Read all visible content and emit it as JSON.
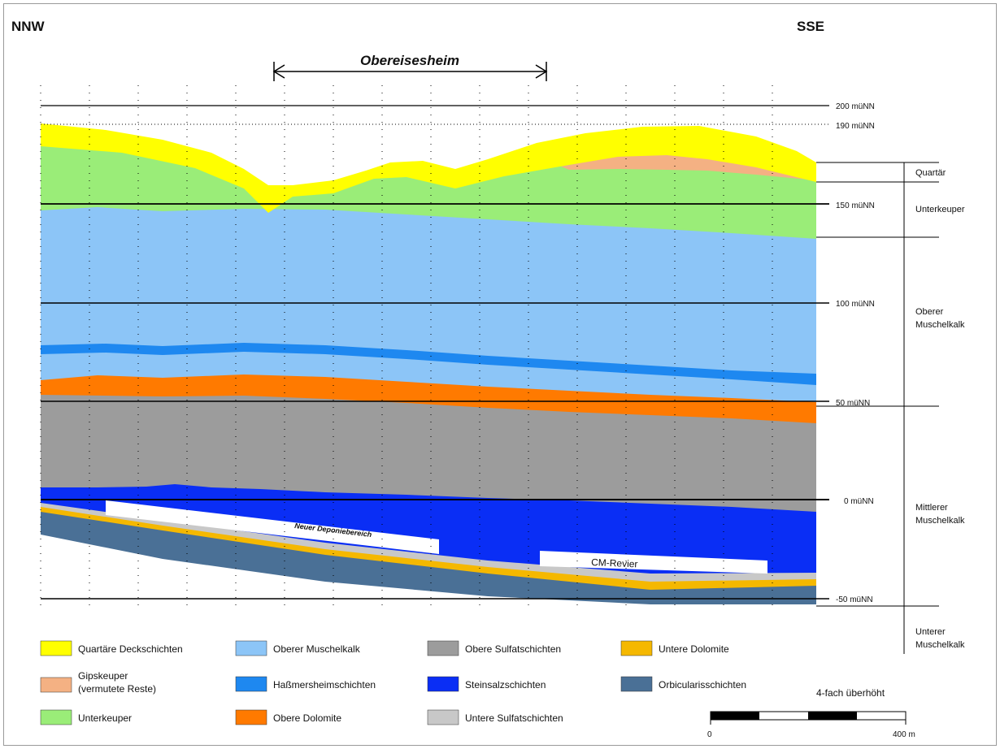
{
  "orientation": {
    "left": "NNW",
    "right": "SSE"
  },
  "location_label": "Obereisesheim",
  "elevation_labels": [
    "200 müNN",
    "190 müNN",
    "150 müNN",
    "100 müNN",
    "50 müNN",
    "0 müNN",
    "-50 müNN"
  ],
  "stratigraphy_labels": [
    {
      "id": "quartaer",
      "lines": [
        "Quartär"
      ]
    },
    {
      "id": "unterkeuper",
      "lines": [
        "Unterkeuper"
      ]
    },
    {
      "id": "oberer-muschelkalk",
      "lines": [
        "Oberer",
        "Muschelkalk"
      ]
    },
    {
      "id": "mittlerer-muschelkalk",
      "lines": [
        "Mittlerer",
        "Muschelkalk"
      ]
    },
    {
      "id": "unterer-muschelkalk",
      "lines": [
        "Unterer",
        "Muschelkalk"
      ]
    }
  ],
  "annotations": {
    "neuer_deponiebereich": "Neuer Deponiebereich",
    "cm_revier": "CM-Revier"
  },
  "legend": [
    {
      "id": "quartaere-deckschichten",
      "lines": [
        "Quartäre Deckschichten"
      ],
      "color": "#FFFF00"
    },
    {
      "id": "gipskeuper",
      "lines": [
        "Gipskeuper",
        "(vermutete Reste)"
      ],
      "color": "#F4B183"
    },
    {
      "id": "unterkeuper",
      "lines": [
        "Unterkeuper"
      ],
      "color": "#9AED78"
    },
    {
      "id": "oberer-muschelkalk",
      "lines": [
        "Oberer Muschelkalk"
      ],
      "color": "#8CC5F7"
    },
    {
      "id": "hassmersheimschichten",
      "lines": [
        "Haßmersheimschichten"
      ],
      "color": "#1E88F0"
    },
    {
      "id": "obere-dolomite",
      "lines": [
        "Obere Dolomite"
      ],
      "color": "#FF7A00"
    },
    {
      "id": "obere-sulfatschichten",
      "lines": [
        "Obere Sulfatschichten"
      ],
      "color": "#9C9C9C"
    },
    {
      "id": "steinsalzschichten",
      "lines": [
        "Steinsalzschichten"
      ],
      "color": "#0A2EF5"
    },
    {
      "id": "untere-sulfatschichten",
      "lines": [
        "Untere Sulfatschichten"
      ],
      "color": "#C8C8C8"
    },
    {
      "id": "untere-dolomite",
      "lines": [
        "Untere Dolomite"
      ],
      "color": "#F5B800"
    },
    {
      "id": "orbicularisschichten",
      "lines": [
        "Orbicularisschichten"
      ],
      "color": "#4A7096"
    }
  ],
  "scale": {
    "exaggeration": "4-fach überhöht",
    "start": "0",
    "end": "400 m"
  }
}
